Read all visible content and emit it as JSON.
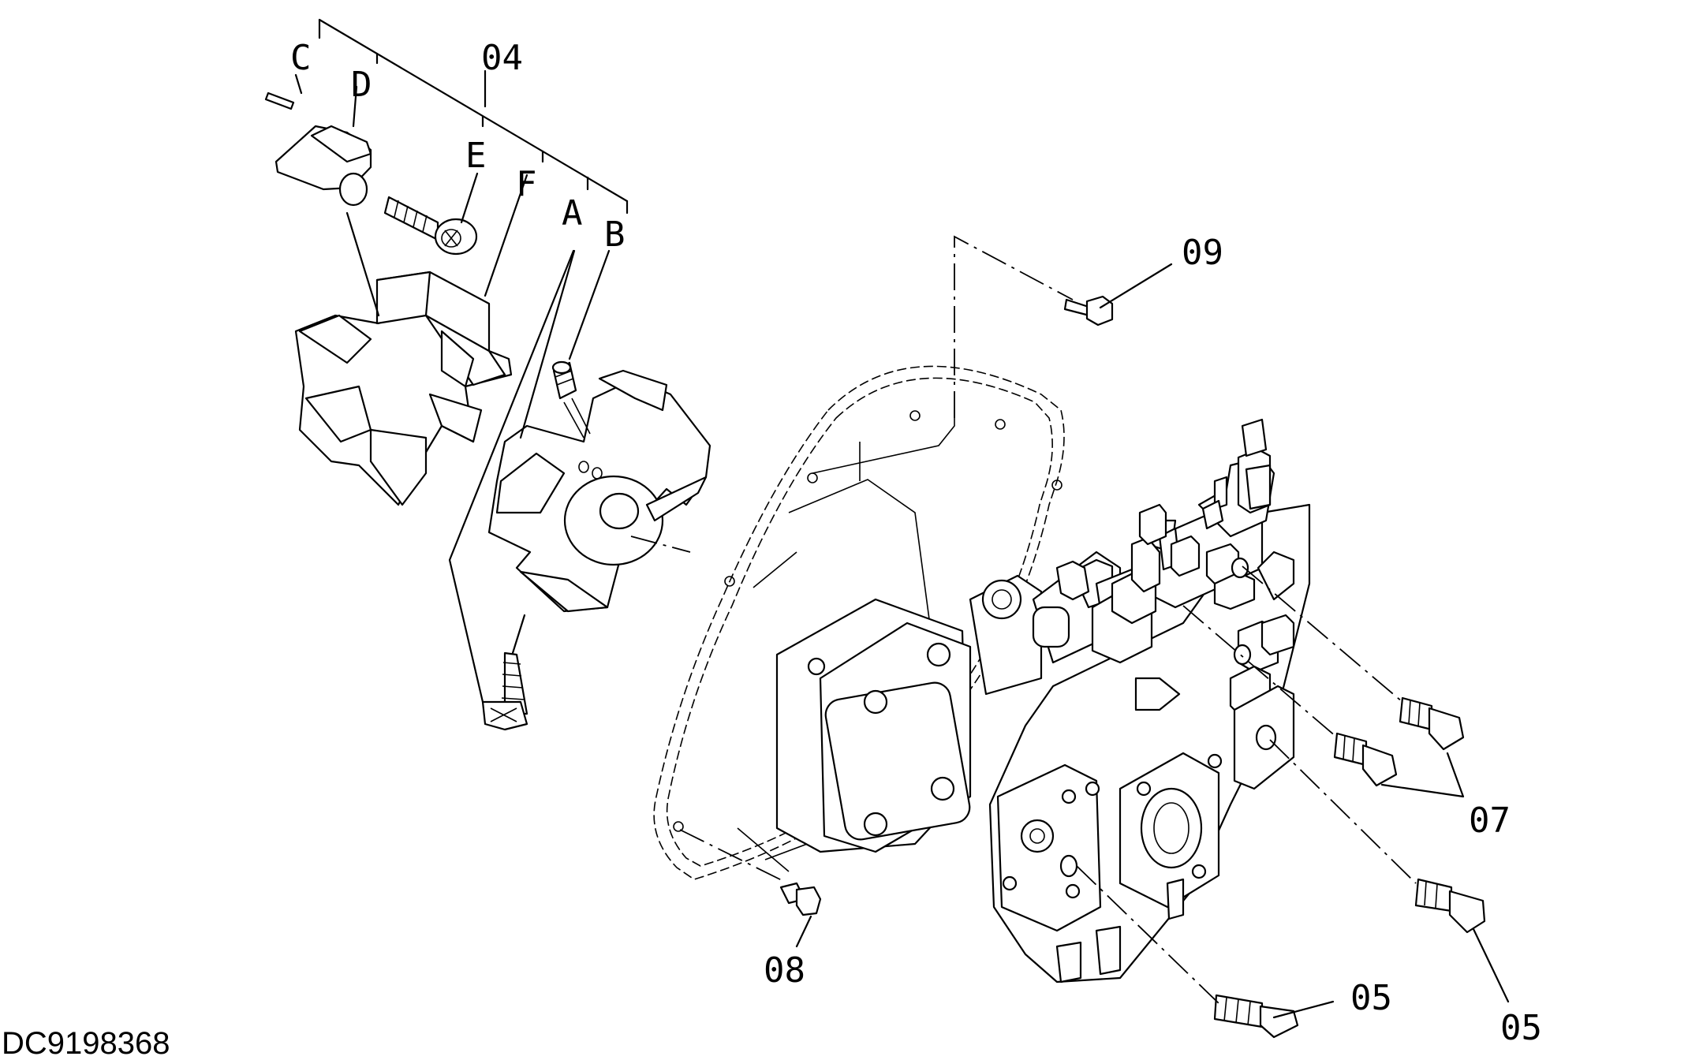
{
  "diagram": {
    "drawing_code": "DC9198368",
    "labels": {
      "c": "C",
      "d": "D",
      "e": "E",
      "f": "F",
      "a": "A",
      "b": "B",
      "p04": "04",
      "p05a": "05",
      "p05b": "05",
      "p07": "07",
      "p08": "08",
      "p09": "09"
    }
  }
}
